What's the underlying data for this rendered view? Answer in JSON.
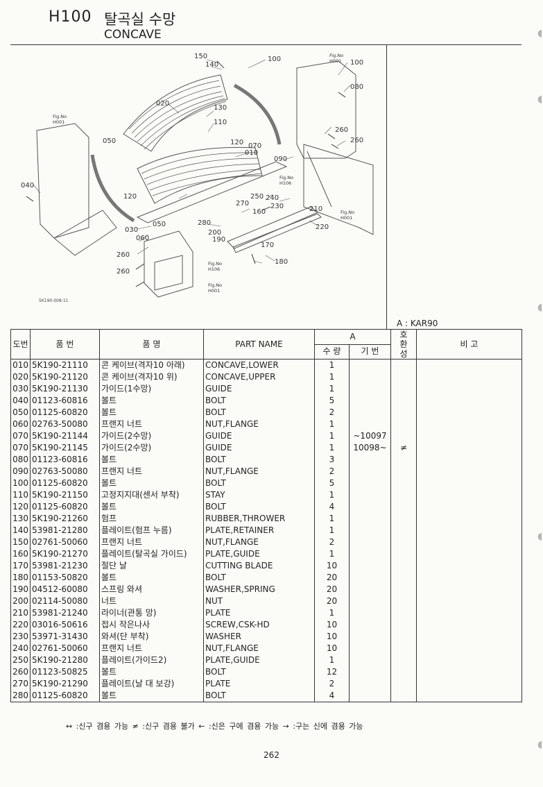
{
  "header": {
    "code": "H100",
    "title_ko": "탈곡실 수망",
    "title_en": "CONCAVE"
  },
  "diagram": {
    "drawing_code": "5K190-008-11",
    "callouts": [
      "150",
      "140",
      "100",
      "Fig.No",
      "H001",
      "100",
      "080",
      "020",
      "130",
      "110",
      "050",
      "120",
      "070",
      "010",
      "090",
      "260",
      "260",
      "Fig.No",
      "H106",
      "Fig.No",
      "H001",
      "040",
      "120",
      "250",
      "270",
      "240",
      "230",
      "210",
      "160",
      "220",
      "030",
      "050",
      "280",
      "200",
      "060",
      "190",
      "170",
      "180",
      "260",
      "260",
      "Fig.No",
      "H106",
      "Fig.No",
      "H001"
    ]
  },
  "model": "A : KAR90",
  "table": {
    "headers": {
      "no": "도번",
      "part_no": "품 번",
      "name_ko": "품 명",
      "part_name": "PART NAME",
      "a": "A",
      "qty": "수 량",
      "serial": "기 번",
      "interchange": "호\n환\n성",
      "remarks": "비 고"
    },
    "rows": [
      {
        "no": "010",
        "part_no": "5K190-21110",
        "name_ko": "콘 케이브(격자10 아래)",
        "name_en": "CONCAVE,LOWER",
        "qty": "1",
        "serial": "",
        "ic": ""
      },
      {
        "no": "020",
        "part_no": "5K190-21120",
        "name_ko": "콘 케이브(격자10 위)",
        "name_en": "CONCAVE,UPPER",
        "qty": "1",
        "serial": "",
        "ic": ""
      },
      {
        "no": "030",
        "part_no": "5K190-21130",
        "name_ko": "가이드(1수망)",
        "name_en": "GUIDE",
        "qty": "1",
        "serial": "",
        "ic": ""
      },
      {
        "no": "040",
        "part_no": "01123-60816",
        "name_ko": "볼트",
        "name_en": "BOLT",
        "qty": "5",
        "serial": "",
        "ic": ""
      },
      {
        "no": "050",
        "part_no": "01125-60820",
        "name_ko": "볼트",
        "name_en": "BOLT",
        "qty": "2",
        "serial": "",
        "ic": ""
      },
      {
        "no": "060",
        "part_no": "02763-50080",
        "name_ko": "프랜지 너트",
        "name_en": "NUT,FLANGE",
        "qty": "1",
        "serial": "",
        "ic": ""
      },
      {
        "no": "070",
        "part_no": "5K190-21144",
        "name_ko": "가이드(2수망)",
        "name_en": "GUIDE",
        "qty": "1",
        "serial": "~10097",
        "ic": ""
      },
      {
        "no": "070",
        "part_no": "5K190-21145",
        "name_ko": "가이드(2수망)",
        "name_en": "GUIDE",
        "qty": "1",
        "serial": "10098~",
        "ic": "≠"
      },
      {
        "no": "080",
        "part_no": "01123-60816",
        "name_ko": "볼트",
        "name_en": "BOLT",
        "qty": "3",
        "serial": "",
        "ic": ""
      },
      {
        "no": "090",
        "part_no": "02763-50080",
        "name_ko": "프랜지 너트",
        "name_en": "NUT,FLANGE",
        "qty": "2",
        "serial": "",
        "ic": ""
      },
      {
        "no": "100",
        "part_no": "01125-60820",
        "name_ko": "볼트",
        "name_en": "BOLT",
        "qty": "5",
        "serial": "",
        "ic": ""
      },
      {
        "no": "110",
        "part_no": "5K190-21150",
        "name_ko": "고정지지대(센서 부착)",
        "name_en": "STAY",
        "qty": "1",
        "serial": "",
        "ic": ""
      },
      {
        "no": "120",
        "part_no": "01125-60820",
        "name_ko": "볼트",
        "name_en": "BOLT",
        "qty": "4",
        "serial": "",
        "ic": ""
      },
      {
        "no": "130",
        "part_no": "5K190-21260",
        "name_ko": "험프",
        "name_en": "RUBBER,THROWER",
        "qty": "1",
        "serial": "",
        "ic": ""
      },
      {
        "no": "140",
        "part_no": "53981-21280",
        "name_ko": "플레이트(험프 누름)",
        "name_en": "PLATE,RETAINER",
        "qty": "1",
        "serial": "",
        "ic": ""
      },
      {
        "no": "150",
        "part_no": "02761-50060",
        "name_ko": "프랜지 너트",
        "name_en": "NUT,FLANGE",
        "qty": "2",
        "serial": "",
        "ic": ""
      },
      {
        "no": "160",
        "part_no": "5K190-21270",
        "name_ko": "플레이트(탈곡실 가이드)",
        "name_en": "PLATE,GUIDE",
        "qty": "1",
        "serial": "",
        "ic": ""
      },
      {
        "no": "170",
        "part_no": "53981-21230",
        "name_ko": "절단 날",
        "name_en": "CUTTING BLADE",
        "qty": "10",
        "serial": "",
        "ic": ""
      },
      {
        "no": "180",
        "part_no": "01153-50820",
        "name_ko": "볼트",
        "name_en": "BOLT",
        "qty": "20",
        "serial": "",
        "ic": ""
      },
      {
        "no": "190",
        "part_no": "04512-60080",
        "name_ko": "스프링 와셔",
        "name_en": "WASHER,SPRING",
        "qty": "20",
        "serial": "",
        "ic": ""
      },
      {
        "no": "200",
        "part_no": "02114-50080",
        "name_ko": "너트",
        "name_en": "NUT",
        "qty": "20",
        "serial": "",
        "ic": ""
      },
      {
        "no": "210",
        "part_no": "53981-21240",
        "name_ko": "라이너(관통 망)",
        "name_en": "PLATE",
        "qty": "1",
        "serial": "",
        "ic": ""
      },
      {
        "no": "220",
        "part_no": "03016-50616",
        "name_ko": "접시 작은나사",
        "name_en": "SCREW,CSK-HD",
        "qty": "10",
        "serial": "",
        "ic": ""
      },
      {
        "no": "230",
        "part_no": "53971-31430",
        "name_ko": "와셔(단 부착)",
        "name_en": "WASHER",
        "qty": "10",
        "serial": "",
        "ic": ""
      },
      {
        "no": "240",
        "part_no": "02761-50060",
        "name_ko": "프랜지 너트",
        "name_en": "NUT,FLANGE",
        "qty": "10",
        "serial": "",
        "ic": ""
      },
      {
        "no": "250",
        "part_no": "5K190-21280",
        "name_ko": "플레이트(가이드2)",
        "name_en": "PLATE,GUIDE",
        "qty": "1",
        "serial": "",
        "ic": ""
      },
      {
        "no": "260",
        "part_no": "01123-50825",
        "name_ko": "볼트",
        "name_en": "BOLT",
        "qty": "12",
        "serial": "",
        "ic": ""
      },
      {
        "no": "270",
        "part_no": "5K190-21290",
        "name_ko": "플레이트(날 대 보강)",
        "name_en": "PLATE",
        "qty": "2",
        "serial": "",
        "ic": ""
      },
      {
        "no": "280",
        "part_no": "01125-60820",
        "name_ko": "볼트",
        "name_en": "BOLT",
        "qty": "4",
        "serial": "",
        "ic": ""
      }
    ]
  },
  "legend": "↔ :신구 겸용 가능    ≠ :신구 겸용 불가    ← :신은 구에 겸용 가능    → :구는 신에 겸용 가능",
  "page_number": "262"
}
